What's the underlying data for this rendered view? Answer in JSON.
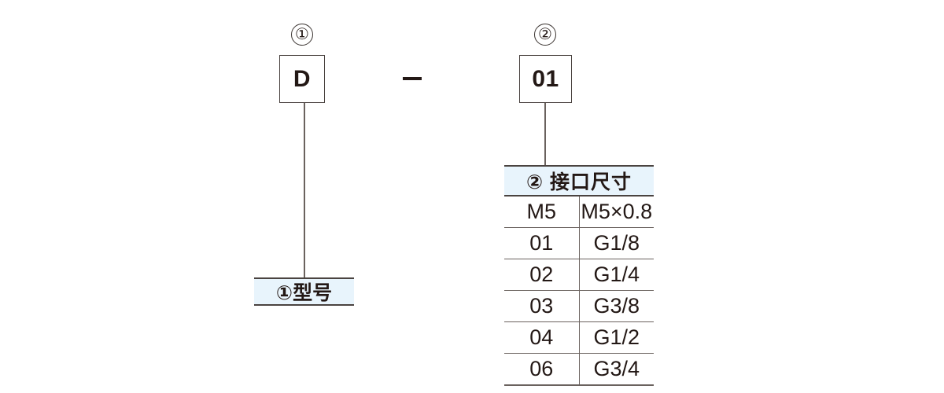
{
  "diagram": {
    "title_parts": [
      {
        "marker": "①",
        "code": "D",
        "legend_label": "①型号"
      },
      {
        "marker": "②",
        "code": "01",
        "table_header": "② 接口尺寸"
      }
    ],
    "separator": "–"
  },
  "spec_table": {
    "header": "② 接口尺寸",
    "columns": [
      "code",
      "size"
    ],
    "rows": [
      {
        "code": "M5",
        "size": "M5×0.8"
      },
      {
        "code": "01",
        "size": "G1/8"
      },
      {
        "code": "02",
        "size": "G1/4"
      },
      {
        "code": "03",
        "size": "G3/8"
      },
      {
        "code": "04",
        "size": "G1/2"
      },
      {
        "code": "06",
        "size": "G3/4"
      }
    ]
  },
  "colors": {
    "highlight_fill": "#e8f4fc",
    "line": "#4a4340",
    "text": "#231815"
  }
}
